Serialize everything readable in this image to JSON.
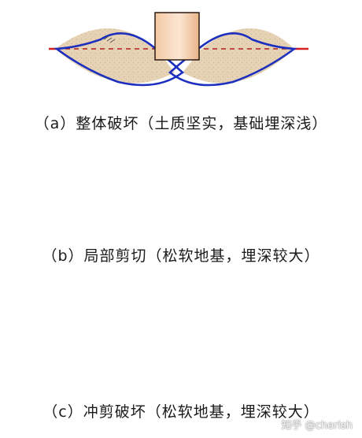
{
  "captions": {
    "a": "（a）整体破坏（土质坚实，基础埋深浅）",
    "b": "（b）局部剪切（松软地基，埋深较大）",
    "c": "（c）冲剪破坏（松软地基，埋深较大）"
  },
  "watermark": "知乎 @cherish",
  "colors": {
    "ground_line": "#d42020",
    "slip_line": "#1c2fbf",
    "soil_fill": "#e6d3b5",
    "footing_fill": "#f3c9a5",
    "brick": "#c0252a"
  }
}
